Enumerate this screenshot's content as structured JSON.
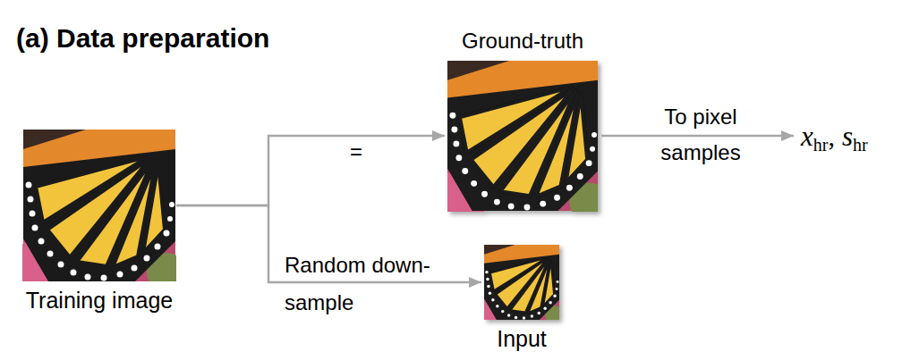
{
  "diagram": {
    "title": "(a) Data preparation",
    "nodes": [
      {
        "text": [
          "Training image"
        ]
      },
      {
        "text": [
          "Ground-truth"
        ]
      },
      {
        "text": [
          "Input"
        ]
      },
      {
        "text": [
          "x",
          "hr",
          ",",
          "s",
          "hr"
        ]
      }
    ],
    "edges": [
      {
        "from": 0,
        "to": 1,
        "arrow": "to",
        "label": "="
      },
      {
        "from": 0,
        "to": 2,
        "arrow": "to",
        "label": "Random down-sample"
      },
      {
        "from": 1,
        "to": 3,
        "arrow": "to",
        "label": "To pixel samples"
      }
    ]
  }
}
